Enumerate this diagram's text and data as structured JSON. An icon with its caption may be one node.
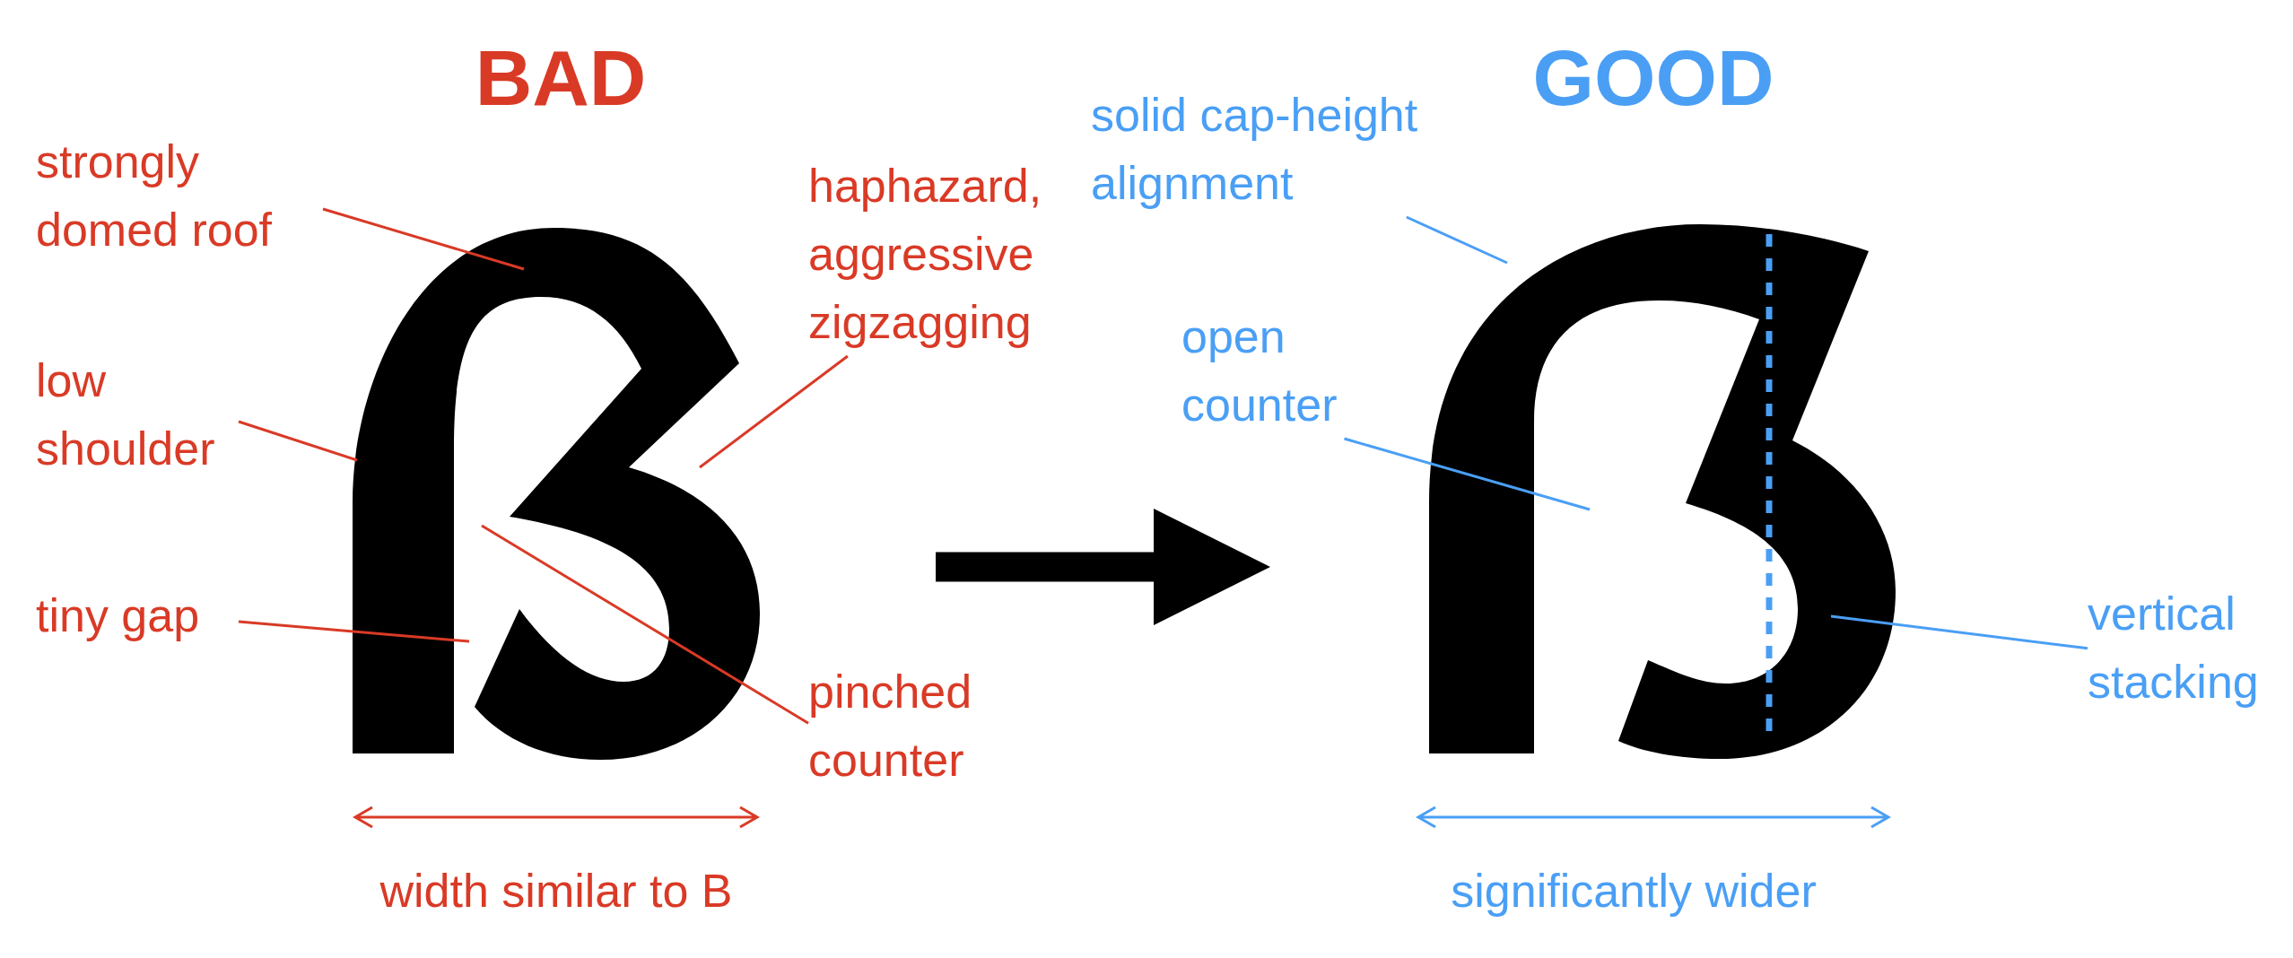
{
  "diagram": {
    "nodes": [
      {
        "text": [
          "strongly domed roof"
        ]
      },
      {
        "text": [
          "low shoulder"
        ]
      },
      {
        "text": [
          "tiny gap"
        ]
      },
      {
        "text": [],
        "shape": "picture"
      },
      {
        "text": [
          "haphazard, aggressive zigzagging"
        ]
      },
      {
        "text": [
          "pinched counter"
        ]
      },
      {
        "text": [],
        "shape": "picture"
      },
      {
        "text": [
          "solid cap-height alignment"
        ]
      },
      {
        "text": [
          "open counter"
        ]
      },
      {
        "text": [
          "vertical stacking"
        ]
      }
    ],
    "edges": [
      {
        "from": 0,
        "to": 3,
        "arrow": "none"
      },
      {
        "from": 1,
        "to": 3,
        "arrow": "none"
      },
      {
        "from": 2,
        "to": 3,
        "arrow": "none"
      },
      {
        "from": 4,
        "to": 3,
        "arrow": "none"
      },
      {
        "from": 5,
        "to": 3,
        "arrow": "none"
      },
      {
        "from": 3,
        "to": 6,
        "arrow": "to",
        "style": "thick",
        "color": "#000000"
      },
      {
        "from": 7,
        "to": 6,
        "arrow": "none",
        "color": "#4a9ff5"
      },
      {
        "from": 8,
        "to": 6,
        "arrow": "none",
        "color": "#4a9ff5"
      },
      {
        "from": 9,
        "to": 6,
        "arrow": "none",
        "color": "#4a9ff5"
      }
    ],
    "labels": [
      "BAD",
      "GOOD",
      "width similar to B",
      "significantly wider"
    ]
  }
}
